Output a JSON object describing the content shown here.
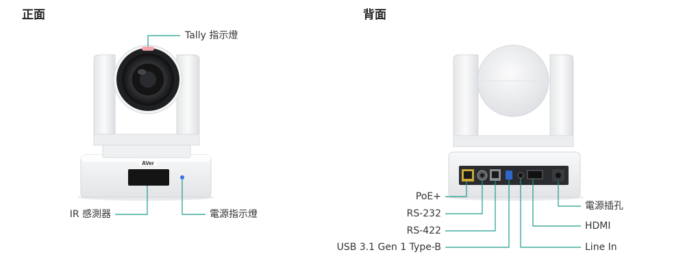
{
  "front": {
    "title": "正面",
    "labels": {
      "tally": "Tally 指示燈",
      "ir": "IR 感測器",
      "power_led": "電源指示燈"
    },
    "logo_text": "AVer"
  },
  "back": {
    "title": "背面",
    "labels": {
      "poe": "PoE+",
      "rs232": "RS-232",
      "rs422": "RS-422",
      "usb": "USB 3.1 Gen 1 Type-B",
      "power_jack": "電源插孔",
      "hdmi": "HDMI",
      "line_in": "Line In"
    }
  },
  "colors": {
    "leader_line": "#1a9a8a",
    "body_light": "#f2f3f4",
    "body_shadow": "#d9dbde",
    "lens_black": "#1b1b1c",
    "tally_pink": "#f2a3aa",
    "power_led_blue": "#3a6fe0",
    "port_usb_blue": "#2f67c9"
  }
}
